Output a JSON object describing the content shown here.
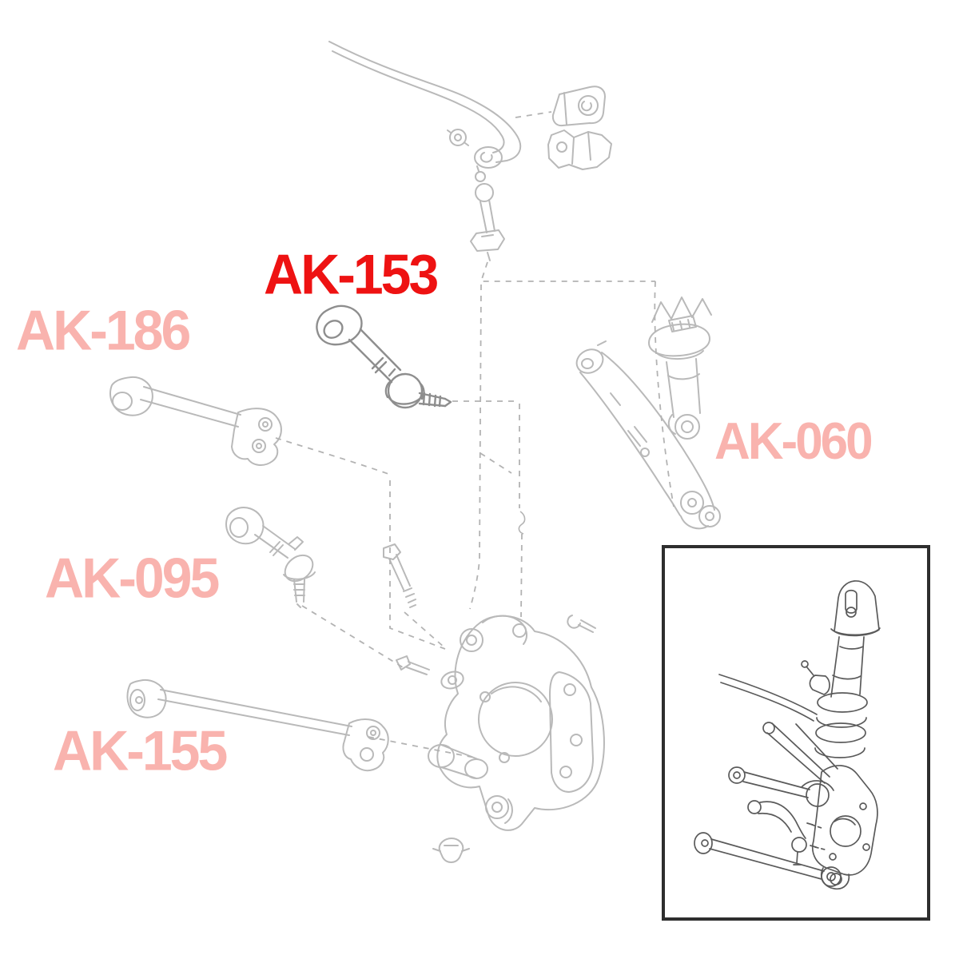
{
  "diagram": {
    "type": "exploded-parts-diagram",
    "subject": "rear-suspension-components",
    "background_color": "#ffffff",
    "colors": {
      "highlight_label": "#ee1212",
      "muted_label": "#f9b3ae",
      "part_line": "#b9b9b9",
      "highlight_part_line": "#8e8e8e",
      "leader_dash": "#b3b3b3",
      "inset_line": "#5a5a5a",
      "inset_border": "#2e2e2e"
    },
    "labels": [
      {
        "id": "ak153",
        "text": "AK-153",
        "highlighted": true
      },
      {
        "id": "ak186",
        "text": "AK-186",
        "highlighted": false
      },
      {
        "id": "ak060",
        "text": "AK-060",
        "highlighted": false
      },
      {
        "id": "ak095",
        "text": "AK-095",
        "highlighted": false
      },
      {
        "id": "ak155",
        "text": "AK-155",
        "highlighted": false
      }
    ],
    "parts": [
      {
        "id": "sway-bar-assembly"
      },
      {
        "id": "sway-bar-end-link"
      },
      {
        "id": "sway-bar-bushing"
      },
      {
        "id": "sway-bar-bracket"
      },
      {
        "id": "adjustable-arm-ak153"
      },
      {
        "id": "lateral-arm-ak186"
      },
      {
        "id": "lateral-arm-ak095"
      },
      {
        "id": "lateral-rod-ak155"
      },
      {
        "id": "trailing-arm-ak060"
      },
      {
        "id": "shock-absorber"
      },
      {
        "id": "rear-knuckle"
      },
      {
        "id": "assembled-suspension-inset"
      }
    ]
  }
}
